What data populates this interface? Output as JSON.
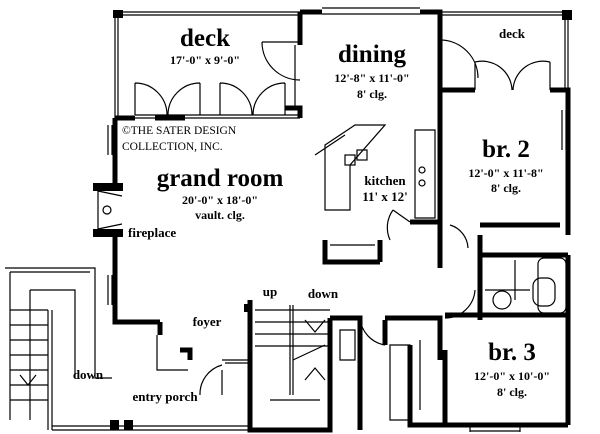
{
  "plan": {
    "copyright": [
      "©THE SATER DESIGN",
      "COLLECTION, INC."
    ],
    "rooms": {
      "deck_main": {
        "name": "deck",
        "size": "17'-0\" x 9'-0\""
      },
      "dining": {
        "name": "dining",
        "size": "12'-8\" x 11'-0\"",
        "ceiling": "8' clg."
      },
      "deck_small": {
        "name": "deck"
      },
      "grand_room": {
        "name": "grand room",
        "size": "20'-0\" x 18'-0\"",
        "ceiling": "vault. clg."
      },
      "kitchen": {
        "name": "kitchen",
        "size": "11' x 12'"
      },
      "br2": {
        "name": "br. 2",
        "size": "12'-0\" x 11'-8\"",
        "ceiling": "8' clg."
      },
      "br3": {
        "name": "br. 3",
        "size": "12'-0\" x 10'-0\"",
        "ceiling": "8' clg."
      },
      "foyer": {
        "name": "foyer"
      },
      "entry_porch": {
        "name": "entry porch"
      }
    },
    "fireplace": "fireplace",
    "stairs": {
      "up": "up",
      "down": "down",
      "exterior_down": "down"
    }
  }
}
